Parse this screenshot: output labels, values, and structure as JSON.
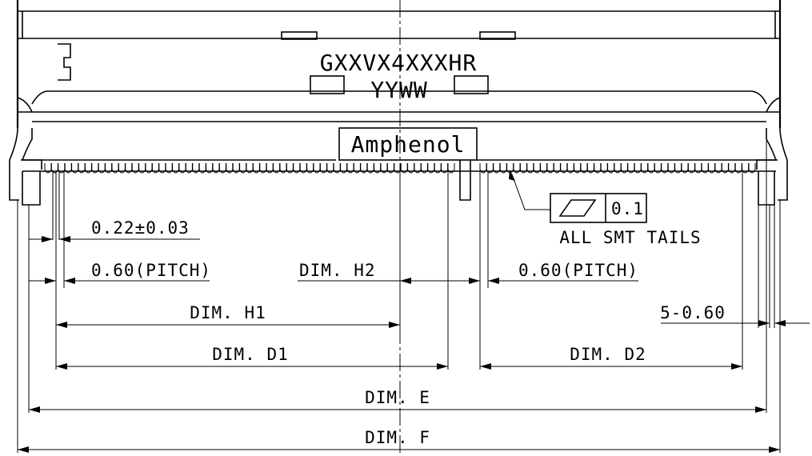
{
  "marking": {
    "part_number": "GXXVX4XXXHR",
    "date_code": "YYWW",
    "brand": "Amphenol"
  },
  "gdt": {
    "tolerance": "0.1",
    "note": "ALL SMT TAILS"
  },
  "dimensions": {
    "tail_width": "0.22±0.03",
    "pitch_left": "0.60(PITCH)",
    "dim_h2": "DIM. H2",
    "pitch_right": "0.60(PITCH)",
    "dim_h1": "DIM. H1",
    "offset": "5-0.60",
    "dim_d1": "DIM. D1",
    "dim_d2": "DIM. D2",
    "dim_e": "DIM. E",
    "dim_f": "DIM. F"
  }
}
